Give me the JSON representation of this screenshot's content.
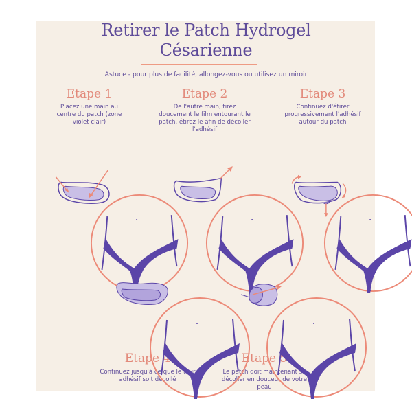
{
  "document": {
    "title_line1": "Retirer le Patch Hydrogel",
    "title_line2": "Césarienne",
    "tip": "Astuce - pour plus de facilité, allongez-vous ou utilisez un miroir"
  },
  "colors": {
    "background": "#f6efe6",
    "title": "#5e4b99",
    "accent": "#e2897a",
    "circle": "#ec8a78",
    "garment": "#5b45a8",
    "patch": "#c9bfe6"
  },
  "steps": [
    {
      "label": "Etape 1",
      "desc_lines": [
        "Placez une main au",
        "centre du patch (zone",
        "violet clair)"
      ],
      "illustration": "hands-press-center-arrows"
    },
    {
      "label": "Etape 2",
      "desc_lines": [
        "De l'autre main, tirez",
        "doucement le film entourant le",
        "patch, étirez le afin de décoller",
        "l'adhésif"
      ],
      "illustration": "pull-corner-arrow"
    },
    {
      "label": "Etape 3",
      "desc_lines": [
        "Continuez d'étirer",
        "progressivement l'adhésif",
        "autour du patch"
      ],
      "illustration": "stretch-around-arrows"
    },
    {
      "label": "Etape 4",
      "desc_lines": [
        "Continuez jusqu'à ce que le tour",
        "adhésif soit décollé"
      ],
      "illustration": "border-released"
    },
    {
      "label": "Etape 5",
      "desc_lines": [
        "Le patch doit maintenant se",
        "décoller en douceur de votre",
        "peau"
      ],
      "illustration": "patch-peeling-arrow"
    }
  ]
}
